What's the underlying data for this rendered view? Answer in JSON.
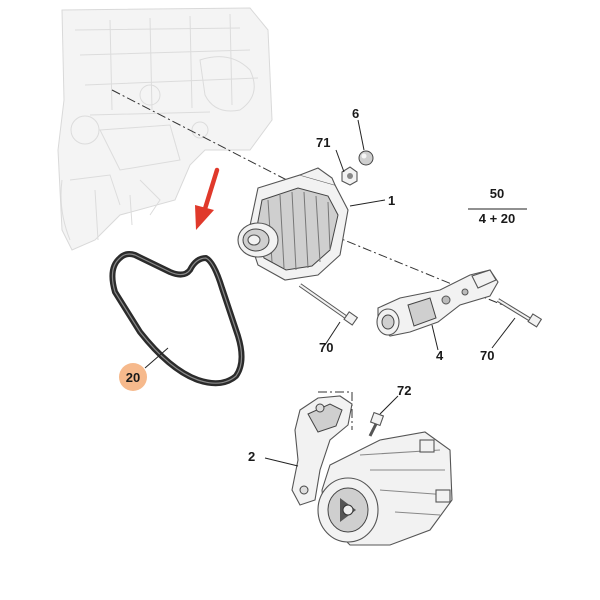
{
  "callouts": {
    "c1": "1",
    "c2": "2",
    "c4": "4",
    "c6": "6",
    "c20": "20",
    "c50": "50",
    "c4plus20": "4 + 20",
    "c70_left": "70",
    "c70_right": "70",
    "c71": "71",
    "c72": "72"
  },
  "colors": {
    "highlight_badge": "#f6b98c",
    "arrow": "#e0392b",
    "belt": "#2b2b2b"
  }
}
